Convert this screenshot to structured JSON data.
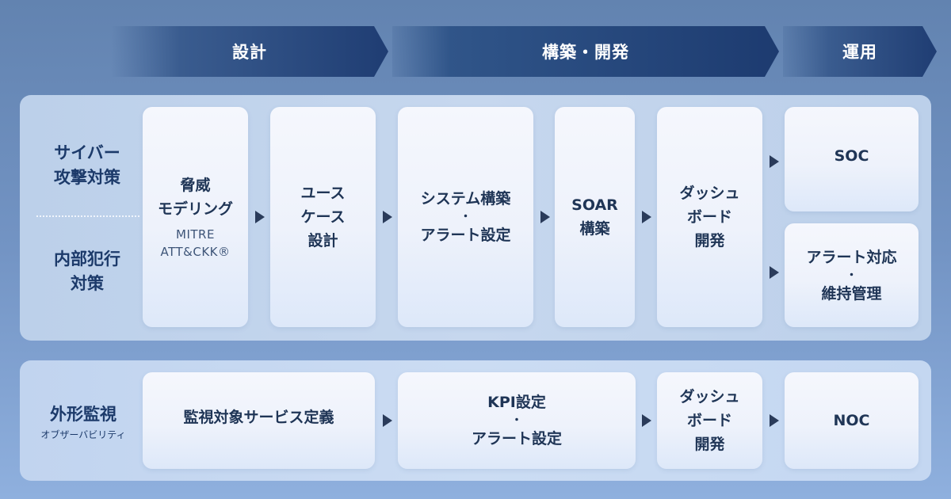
{
  "phases": [
    {
      "label": "設計"
    },
    {
      "label": "構築・開発"
    },
    {
      "label": "運用"
    }
  ],
  "security_section": {
    "row_labels": [
      {
        "line1": "サイバー",
        "line2": "攻撃対策"
      },
      {
        "line1": "内部犯行",
        "line2": "対策"
      }
    ],
    "cards": {
      "threat_modeling": {
        "line1": "脅威",
        "line2": "モデリング",
        "note1": "MITRE",
        "note2": "ATT&CKK®"
      },
      "use_case": {
        "line1": "ユース",
        "line2": "ケース",
        "line3": "設計"
      },
      "system_build": {
        "line1": "システム構築",
        "dot": "・",
        "line2": "アラート設定"
      },
      "soar": {
        "line1": "SOAR",
        "line2": "構築"
      },
      "dashboard": {
        "line1": "ダッシュ",
        "line2": "ボード",
        "line3": "開発"
      },
      "soc": {
        "label": "SOC"
      },
      "alert_response": {
        "line1": "アラート対応",
        "dot": "・",
        "line2": "維持管理"
      }
    }
  },
  "observability_section": {
    "row_label": {
      "line1": "外形監視",
      "sub": "オブザーバビリティ"
    },
    "cards": {
      "service_def": {
        "label": "監視対象サービス定義"
      },
      "kpi": {
        "line1": "KPI設定",
        "dot": "・",
        "line2": "アラート設定"
      },
      "dashboard": {
        "line1": "ダッシュ",
        "line2": "ボード",
        "line3": "開発"
      },
      "noc": {
        "label": "NOC"
      }
    }
  },
  "icons": {
    "arrow": "arrow-right-icon",
    "phase": "chevron-banner"
  },
  "colors": {
    "phase_dark": "#1f3d73",
    "text_dark": "#1f3556",
    "arrow": "#2a3b5a",
    "background": "#6f90c0"
  }
}
